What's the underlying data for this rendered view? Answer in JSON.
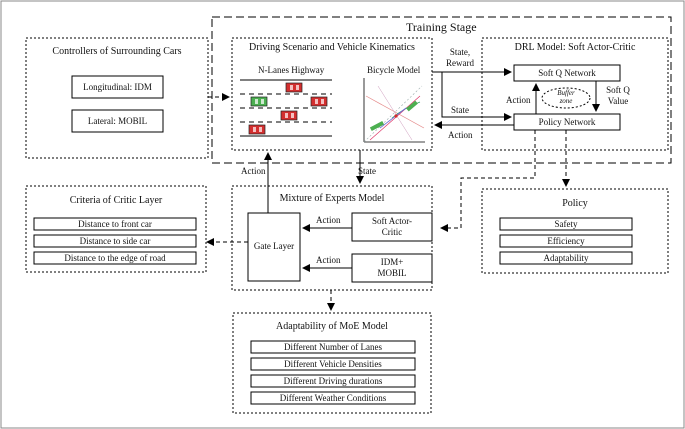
{
  "diagram": {
    "training_stage": {
      "title": "Training Stage"
    },
    "controllers": {
      "title": "Controllers of Surrounding Cars",
      "longitudinal": "Longitudinal: IDM",
      "lateral": "Lateral: MOBIL"
    },
    "driving": {
      "title": "Driving Scenario and Vehicle Kinematics",
      "highway": "N-Lanes Highway",
      "bicycle": "Bicycle Model"
    },
    "drl": {
      "title": "DRL Model: Soft Actor-Critic",
      "soft_q": "Soft Q Network",
      "buffer_line1": "Buffer",
      "buffer_line2": "zone",
      "policy_net": "Policy Network",
      "softq_value_line1": "Soft Q",
      "softq_value_line2": "Value"
    },
    "edges": {
      "state_reward_line1": "State,",
      "state_reward_line2": "Reward",
      "state_to_policy": "State",
      "action_to_env": "Action",
      "action_policy_to_q": "Action",
      "action_moe_to_env": "Action",
      "state_env_to_moe": "State",
      "action_sac": "Action",
      "action_idm": "Action"
    },
    "moe": {
      "title": "Mixture of Experts Model",
      "gate": "Gate Layer",
      "sac_line1": "Soft Actor-",
      "sac_line2": "Critic",
      "idm_line1": "IDM+",
      "idm_line2": "MOBIL"
    },
    "critic": {
      "title": "Criteria of Critic Layer",
      "items": [
        "Distance to front car",
        "Distance to side car",
        "Distance to the edge of road"
      ]
    },
    "policy": {
      "title": "Policy",
      "items": [
        "Safety",
        "Efficiency",
        "Adaptability"
      ]
    },
    "adaptability": {
      "title": "Adaptability of MoE Model",
      "items": [
        "Different Number of Lanes",
        "Different Vehicle Densities",
        "Different Driving durations",
        "Different Weather Conditions"
      ]
    },
    "colors": {
      "ego_car": "#4caf50",
      "other_car": "#d32f2f",
      "line": "#000000"
    }
  }
}
